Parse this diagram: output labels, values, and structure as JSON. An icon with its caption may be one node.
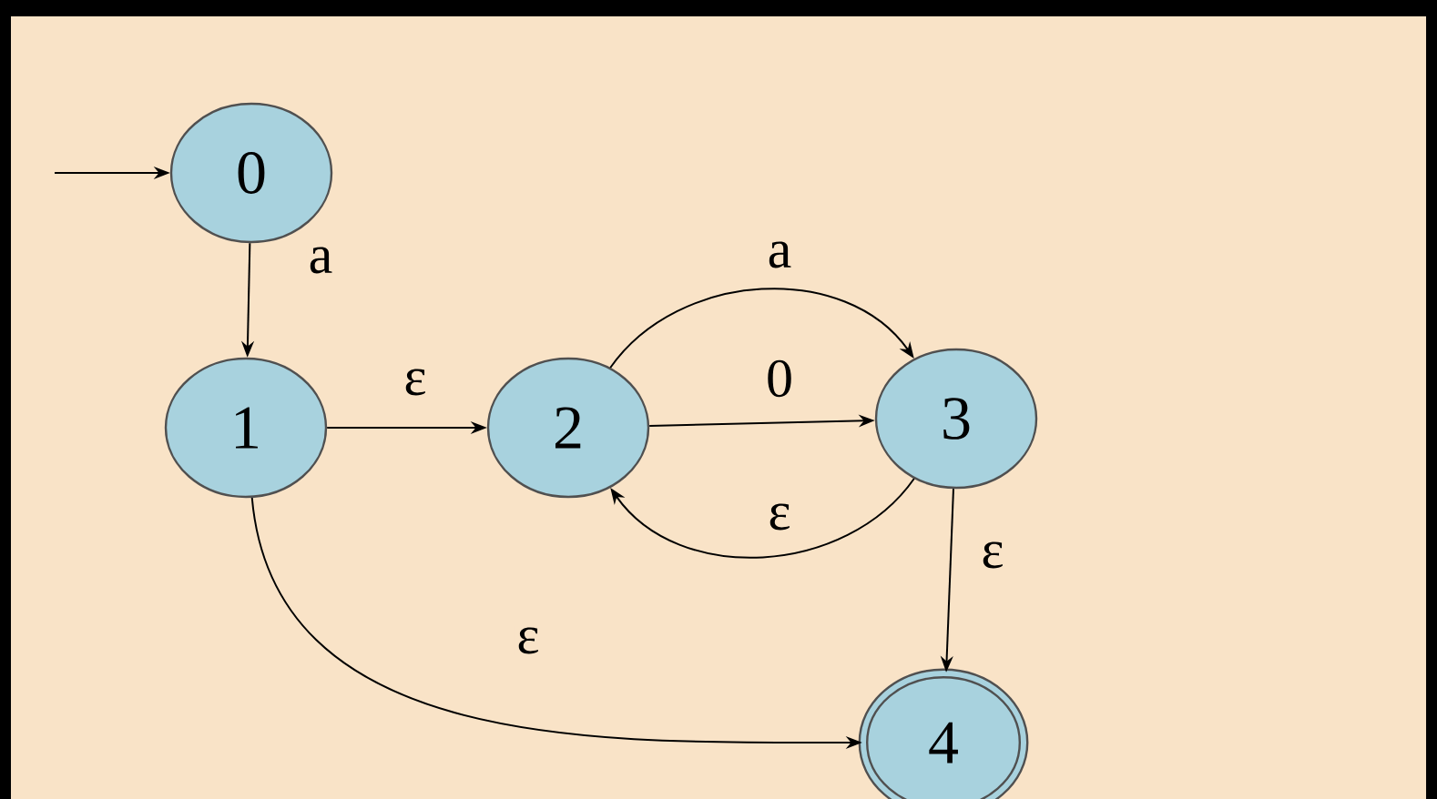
{
  "diagram": {
    "nodes": [
      {
        "text": [
          "0"
        ]
      },
      {
        "text": [
          "1"
        ]
      },
      {
        "text": [
          "2"
        ]
      },
      {
        "text": [
          "3"
        ]
      },
      {
        "text": [
          "4"
        ]
      }
    ],
    "edges": [
      {
        "from": null,
        "to": 0,
        "arrow": "to"
      },
      {
        "from": 0,
        "to": 1,
        "arrow": "to",
        "label": "a"
      },
      {
        "from": 1,
        "to": 2,
        "arrow": "to",
        "label": "ε"
      },
      {
        "from": 2,
        "to": 3,
        "arrow": "to",
        "label": "0"
      },
      {
        "from": 2,
        "to": 3,
        "arrow": "to",
        "label": "a"
      },
      {
        "from": 3,
        "to": 2,
        "arrow": "to",
        "label": "ε"
      },
      {
        "from": 3,
        "to": 4,
        "arrow": "to",
        "label": "ε"
      },
      {
        "from": 1,
        "to": 4,
        "arrow": "to",
        "label": "ε"
      }
    ]
  }
}
